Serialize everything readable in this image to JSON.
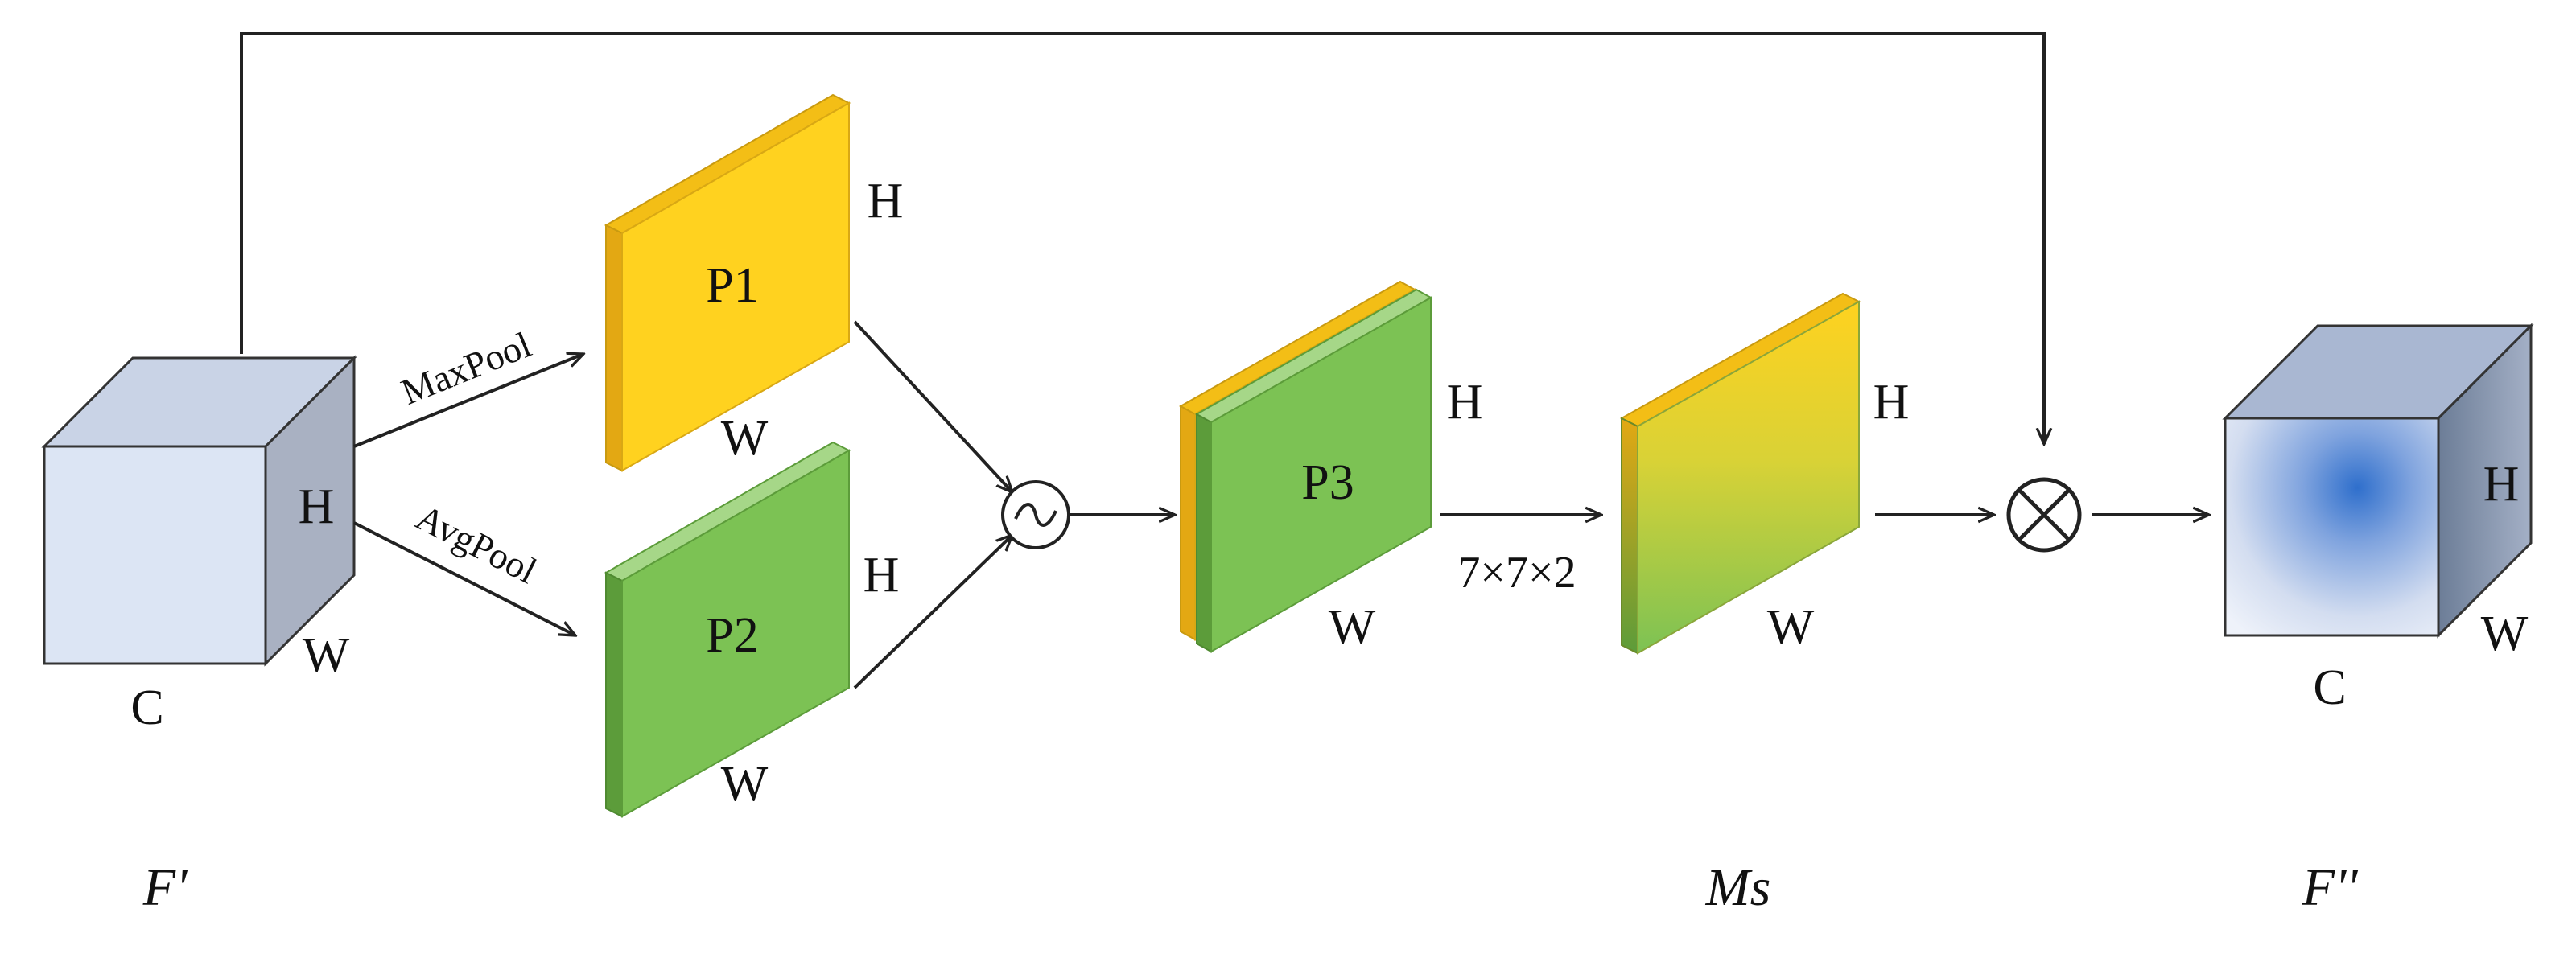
{
  "diagram": {
    "input_cube": {
      "face_h": "H",
      "face_w": "W",
      "face_c": "C",
      "caption": "F'"
    },
    "pool_labels": {
      "max": "MaxPool",
      "avg": "AvgPool"
    },
    "p1": {
      "label": "P1",
      "h": "H",
      "w": "W"
    },
    "p2": {
      "label": "P2",
      "h": "H",
      "w": "W"
    },
    "concat_symbol": "~",
    "p3": {
      "label": "P3",
      "h": "H",
      "w": "W"
    },
    "conv_kernel": "7×7×2",
    "ms": {
      "h": "H",
      "w": "W",
      "caption": "Ms"
    },
    "multiply_symbol": "⊗",
    "output_cube": {
      "face_h": "H",
      "face_w": "W",
      "face_c": "C",
      "caption": "F''"
    },
    "colors": {
      "yellow": "#FFD21F",
      "yellow_side": "#E3A813",
      "green": "#7CC254",
      "green_side": "#5C9C3A",
      "green_top": "#A6D788",
      "cube_front": "#DCE5F4",
      "cube_side": "#A9B1C2",
      "cube_top": "#C9D3E6",
      "out_blue": "#2F6FCC"
    }
  }
}
